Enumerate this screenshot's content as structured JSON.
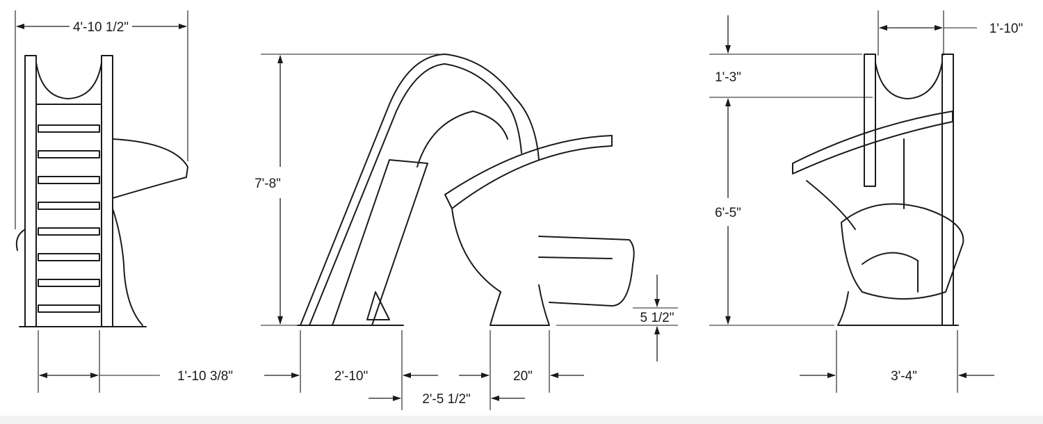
{
  "title": "Spiral water slide dimension drawing",
  "views": {
    "front": {
      "dimensions": {
        "overall_width": "4'-10 1/2\"",
        "ladder_width": "1'-10 3/8\""
      }
    },
    "side": {
      "dimensions": {
        "height": "7'-8\"",
        "ladder_base": "2'-10\"",
        "gap": "2'-5 1/2\"",
        "base_width": "20\"",
        "exit_height": "5 1/2\""
      }
    },
    "back": {
      "dimensions": {
        "rail_width": "1'-10\"",
        "top_section": "1'-3\"",
        "lower_height": "6'-5\"",
        "base_depth": "3'-4\""
      }
    }
  },
  "colors": {
    "line": "#1a1a1a",
    "background": "#ffffff"
  }
}
